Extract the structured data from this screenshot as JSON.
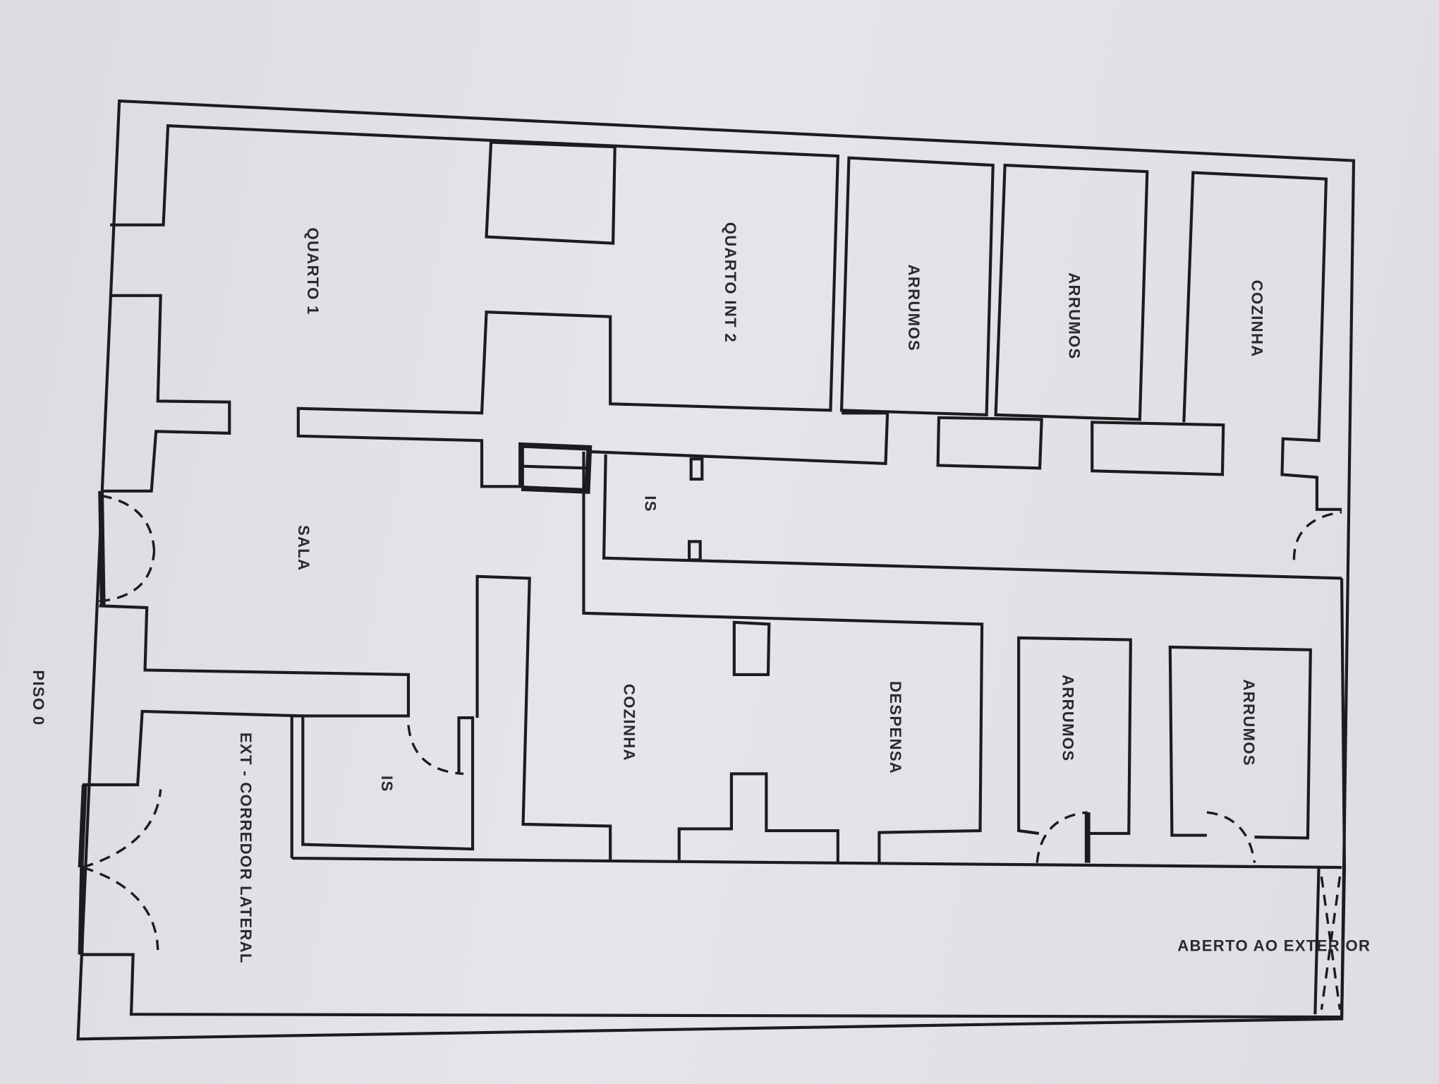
{
  "plan": {
    "title": "PISO 0",
    "rooms": {
      "quarto1": "QUARTO 1",
      "quarto_int2": "QUARTO INT 2",
      "arrumos_top_1": "ARRUMOS",
      "arrumos_top_2": "ARRUMOS",
      "cozinha_top": "COZINHA",
      "is_upper": "IS",
      "sala": "SALA",
      "cozinha_lower": "COZINHA",
      "despensa": "DESPENSA",
      "arrumos_bottom_1": "ARRUMOS",
      "arrumos_bottom_2": "ARRUMOS",
      "is_lower": "IS",
      "corredor": "EXT - CORREDOR LATERAL"
    },
    "exterior_note": "ABERTO AO EXTERIOR"
  }
}
